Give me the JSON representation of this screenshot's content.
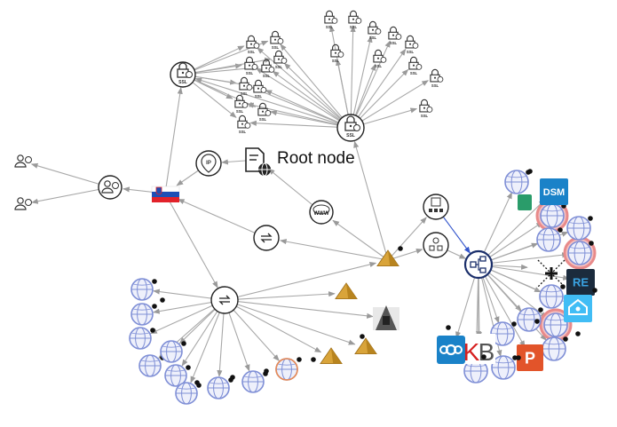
{
  "graph": {
    "root_label": "Root node",
    "icons": {
      "ssl": "ssl-lock-icon",
      "flag": "slovenia-flag-icon",
      "domain": "domain-icon",
      "www": "www-icon",
      "cycle": "cycle-icon",
      "doc": "document-globe-icon",
      "server": "server-icon",
      "hub": "network-hub-icon",
      "globe": "globe-icon",
      "pyramid": "pyramid-icon",
      "person": "person-icon",
      "nextcloud": "nextcloud-icon",
      "dsm": "dsm-icon",
      "re": "re-icon",
      "homeassistant": "home-assistant-icon",
      "kb": "kb-icon",
      "p": "p-icon"
    },
    "badges": {
      "ssl": "SSL",
      "www": "WWW",
      "dsm": "DSM",
      "re": "RE",
      "kb": "KB",
      "p": "P",
      "ip": "IP"
    }
  },
  "colors": {
    "edge": "#a8a8a8",
    "highlight_edge": "#3355cc",
    "globe": "#7f8fd6",
    "highlight_ring": "#e88a8a",
    "pyramid": "#d9a43a",
    "nextcloud": "#1a82c8",
    "dsm": "#1a82c8",
    "re": "#1b2b3d",
    "homeassistant": "#41bdf5",
    "kb": "#d62020",
    "p": "#e2542a"
  }
}
